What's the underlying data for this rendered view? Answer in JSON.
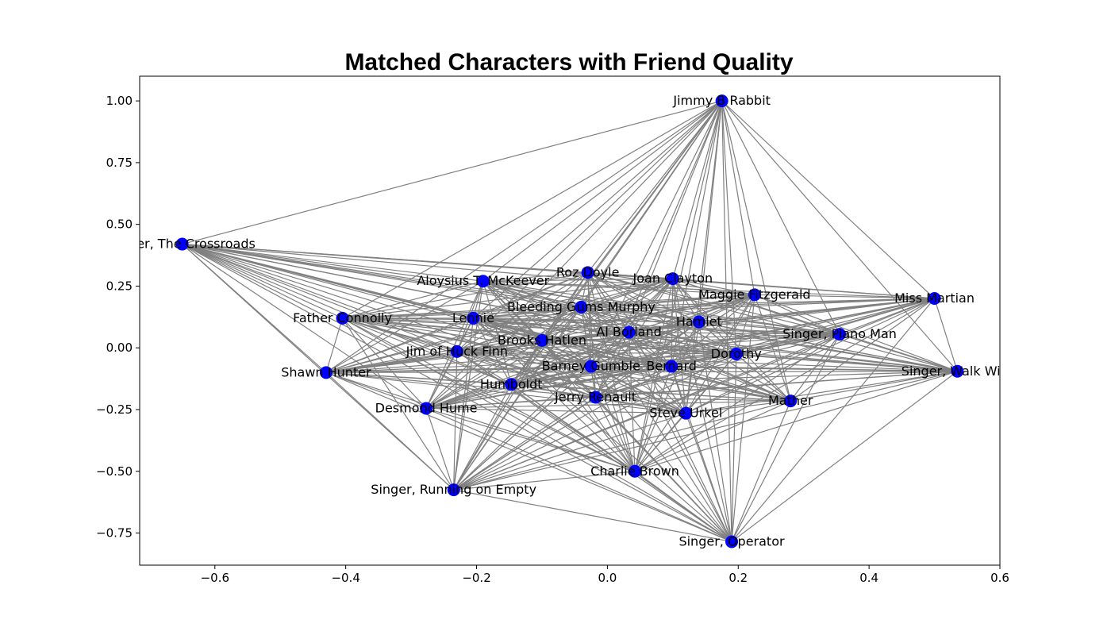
{
  "chart_data": {
    "type": "scatter",
    "title": "Matched Characters with Friend Quality",
    "xlabel": "",
    "ylabel": "",
    "xlim": [
      -0.715,
      0.6
    ],
    "ylim": [
      -0.88,
      1.1
    ],
    "xticks": [
      -0.6,
      -0.4,
      -0.2,
      0.0,
      0.2,
      0.4,
      0.6
    ],
    "xtick_labels": [
      "−0.6",
      "−0.4",
      "−0.2",
      "0.0",
      "0.2",
      "0.4",
      "0.6"
    ],
    "yticks": [
      -0.75,
      -0.5,
      -0.25,
      0.0,
      0.25,
      0.5,
      0.75,
      1.0
    ],
    "ytick_labels": [
      "−0.75",
      "−0.50",
      "−0.25",
      "0.00",
      "0.25",
      "0.50",
      "0.75",
      "1.00"
    ],
    "grid": false,
    "node_color": "#0000ff",
    "edge_color": "#808080",
    "nodes": [
      {
        "name": "Jimmy B Rabbit",
        "x": 0.175,
        "y": 1.0
      },
      {
        "name": "Singer, The Crossroads",
        "x": -0.65,
        "y": 0.42
      },
      {
        "name": "Roz Doyle",
        "x": -0.03,
        "y": 0.305
      },
      {
        "name": "Joan Clayton",
        "x": 0.1,
        "y": 0.28
      },
      {
        "name": "Aloysius T. McKeever",
        "x": -0.19,
        "y": 0.27
      },
      {
        "name": "Maggie Fitzgerald",
        "x": 0.225,
        "y": 0.215
      },
      {
        "name": "Miss Martian",
        "x": 0.5,
        "y": 0.2
      },
      {
        "name": "Bleeding Gums Murphy",
        "x": -0.04,
        "y": 0.165
      },
      {
        "name": "Father Connolly",
        "x": -0.405,
        "y": 0.12
      },
      {
        "name": "Lennie",
        "x": -0.205,
        "y": 0.12
      },
      {
        "name": "Hamlet",
        "x": 0.14,
        "y": 0.105
      },
      {
        "name": "Al Borland",
        "x": 0.033,
        "y": 0.063
      },
      {
        "name": "Singer, Piano Man",
        "x": 0.355,
        "y": 0.055
      },
      {
        "name": "Brooks Hatlen",
        "x": -0.1,
        "y": 0.03
      },
      {
        "name": "Jim of Huck Finn",
        "x": -0.23,
        "y": -0.015
      },
      {
        "name": "Dorothy",
        "x": 0.197,
        "y": -0.025
      },
      {
        "name": "Barney Gumble",
        "x": -0.025,
        "y": -0.075
      },
      {
        "name": "Bernard",
        "x": 0.098,
        "y": -0.075
      },
      {
        "name": "Shawn Hunter",
        "x": -0.43,
        "y": -0.1
      },
      {
        "name": "Singer, Walk With",
        "x": 0.535,
        "y": -0.095
      },
      {
        "name": "Humboldt",
        "x": -0.147,
        "y": -0.148
      },
      {
        "name": "Jerry Renault",
        "x": -0.018,
        "y": -0.2
      },
      {
        "name": "Mather",
        "x": 0.28,
        "y": -0.215
      },
      {
        "name": "Desmond Hume",
        "x": -0.277,
        "y": -0.245
      },
      {
        "name": "Steve Urkel",
        "x": 0.12,
        "y": -0.265
      },
      {
        "name": "Charlie Brown",
        "x": 0.042,
        "y": -0.5
      },
      {
        "name": "Singer, Running on Empty",
        "x": -0.235,
        "y": -0.575
      },
      {
        "name": "Singer, Operator",
        "x": 0.19,
        "y": -0.785
      }
    ]
  }
}
